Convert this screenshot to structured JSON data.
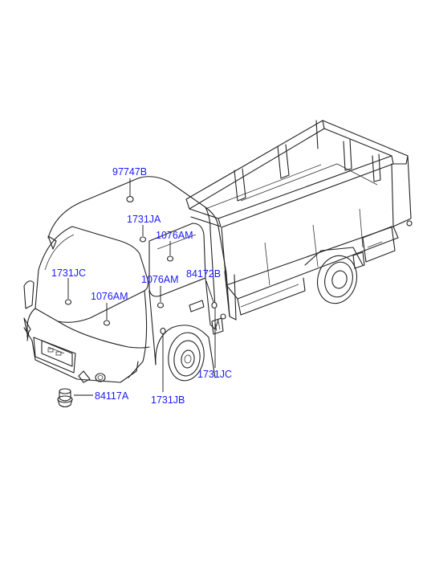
{
  "labels": {
    "p97747B": "97747B",
    "p1731JA": "1731JA",
    "p1076AM_a": "1076AM",
    "p1731JC_a": "1731JC",
    "p84172B": "84172B",
    "p1076AM_b": "1076AM",
    "p1076AM_c": "1076AM",
    "p1731JC_b": "1731JC",
    "p1731JB": "1731JB",
    "p84117A": "84117A"
  },
  "colors": {
    "label": "#1a1aff",
    "line": "#222222"
  }
}
